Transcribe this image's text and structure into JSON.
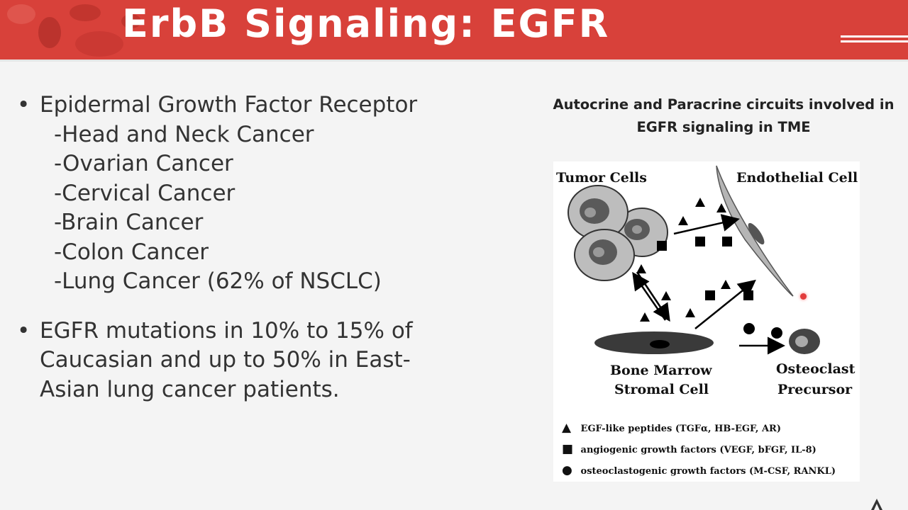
{
  "slide": {
    "title": "ErbB Signaling: EGFR",
    "bullet_char": "•"
  },
  "bullets": [
    {
      "text": "Epidermal Growth Factor Receptor",
      "subitems": [
        "-Head and Neck Cancer",
        "-Ovarian Cancer",
        "-Cervical Cancer",
        "-Brain Cancer",
        "-Colon Cancer",
        "-Lung Cancer (62% of NSCLC)"
      ]
    },
    {
      "lines": [
        "EGFR mutations in 10% to 15% of",
        "Caucasian and up to 50% in East-",
        "Asian lung cancer patients."
      ]
    }
  ],
  "figure": {
    "title_line1": "Autocrine and Paracrine circuits involved in",
    "title_line2": "EGFR signaling in TME",
    "labels": {
      "tumor_cells": "Tumor Cells",
      "endothelial_cell": "Endothelial Cell",
      "bone_marrow_1": "Bone Marrow",
      "bone_marrow_2": "Stromal Cell",
      "osteoclast_1": "Osteoclast",
      "osteoclast_2": "Precursor"
    },
    "legend": [
      {
        "symbol": "▲",
        "text": "EGF-like peptides (TGFα, HB-EGF, AR)"
      },
      {
        "symbol": "■",
        "text": "angiogenic growth factors (VEGF, bFGF, IL-8)"
      },
      {
        "symbol": "●",
        "text": "osteoclastogenic growth factors (M-CSF, RANKL)"
      }
    ]
  },
  "colors": {
    "header_red": "#d8413a",
    "text_dark": "#333333"
  }
}
